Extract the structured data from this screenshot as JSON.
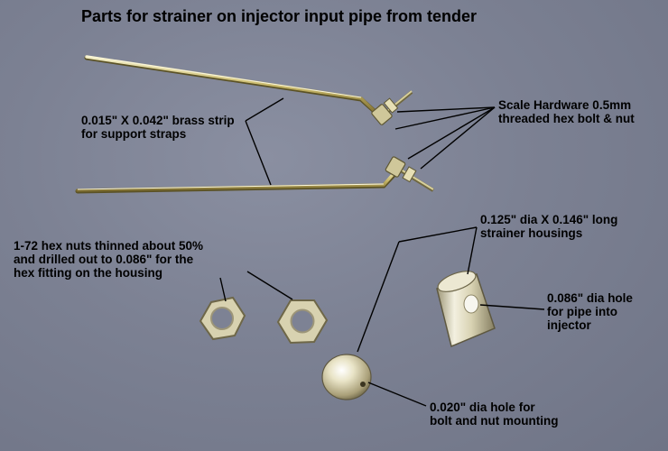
{
  "title": "Parts for strainer on injector input pipe from tender",
  "labels": {
    "brass_strip": [
      "0.015\" X 0.042\" brass strip",
      "for support straps"
    ],
    "hardware": [
      "Scale Hardware 0.5mm",
      "threaded hex bolt & nut"
    ],
    "hex_nuts": [
      "1-72 hex nuts thinned about 50%",
      "and drilled out to 0.086\" for the",
      "hex fitting on the housing"
    ],
    "housings": [
      "0.125\" dia X 0.146\" long",
      "strainer housings"
    ],
    "pipe_hole": [
      "0.086\" dia hole",
      "for pipe into",
      "injector"
    ],
    "bolt_hole": [
      "0.020\" dia hole for",
      "bolt and nut mounting"
    ]
  }
}
